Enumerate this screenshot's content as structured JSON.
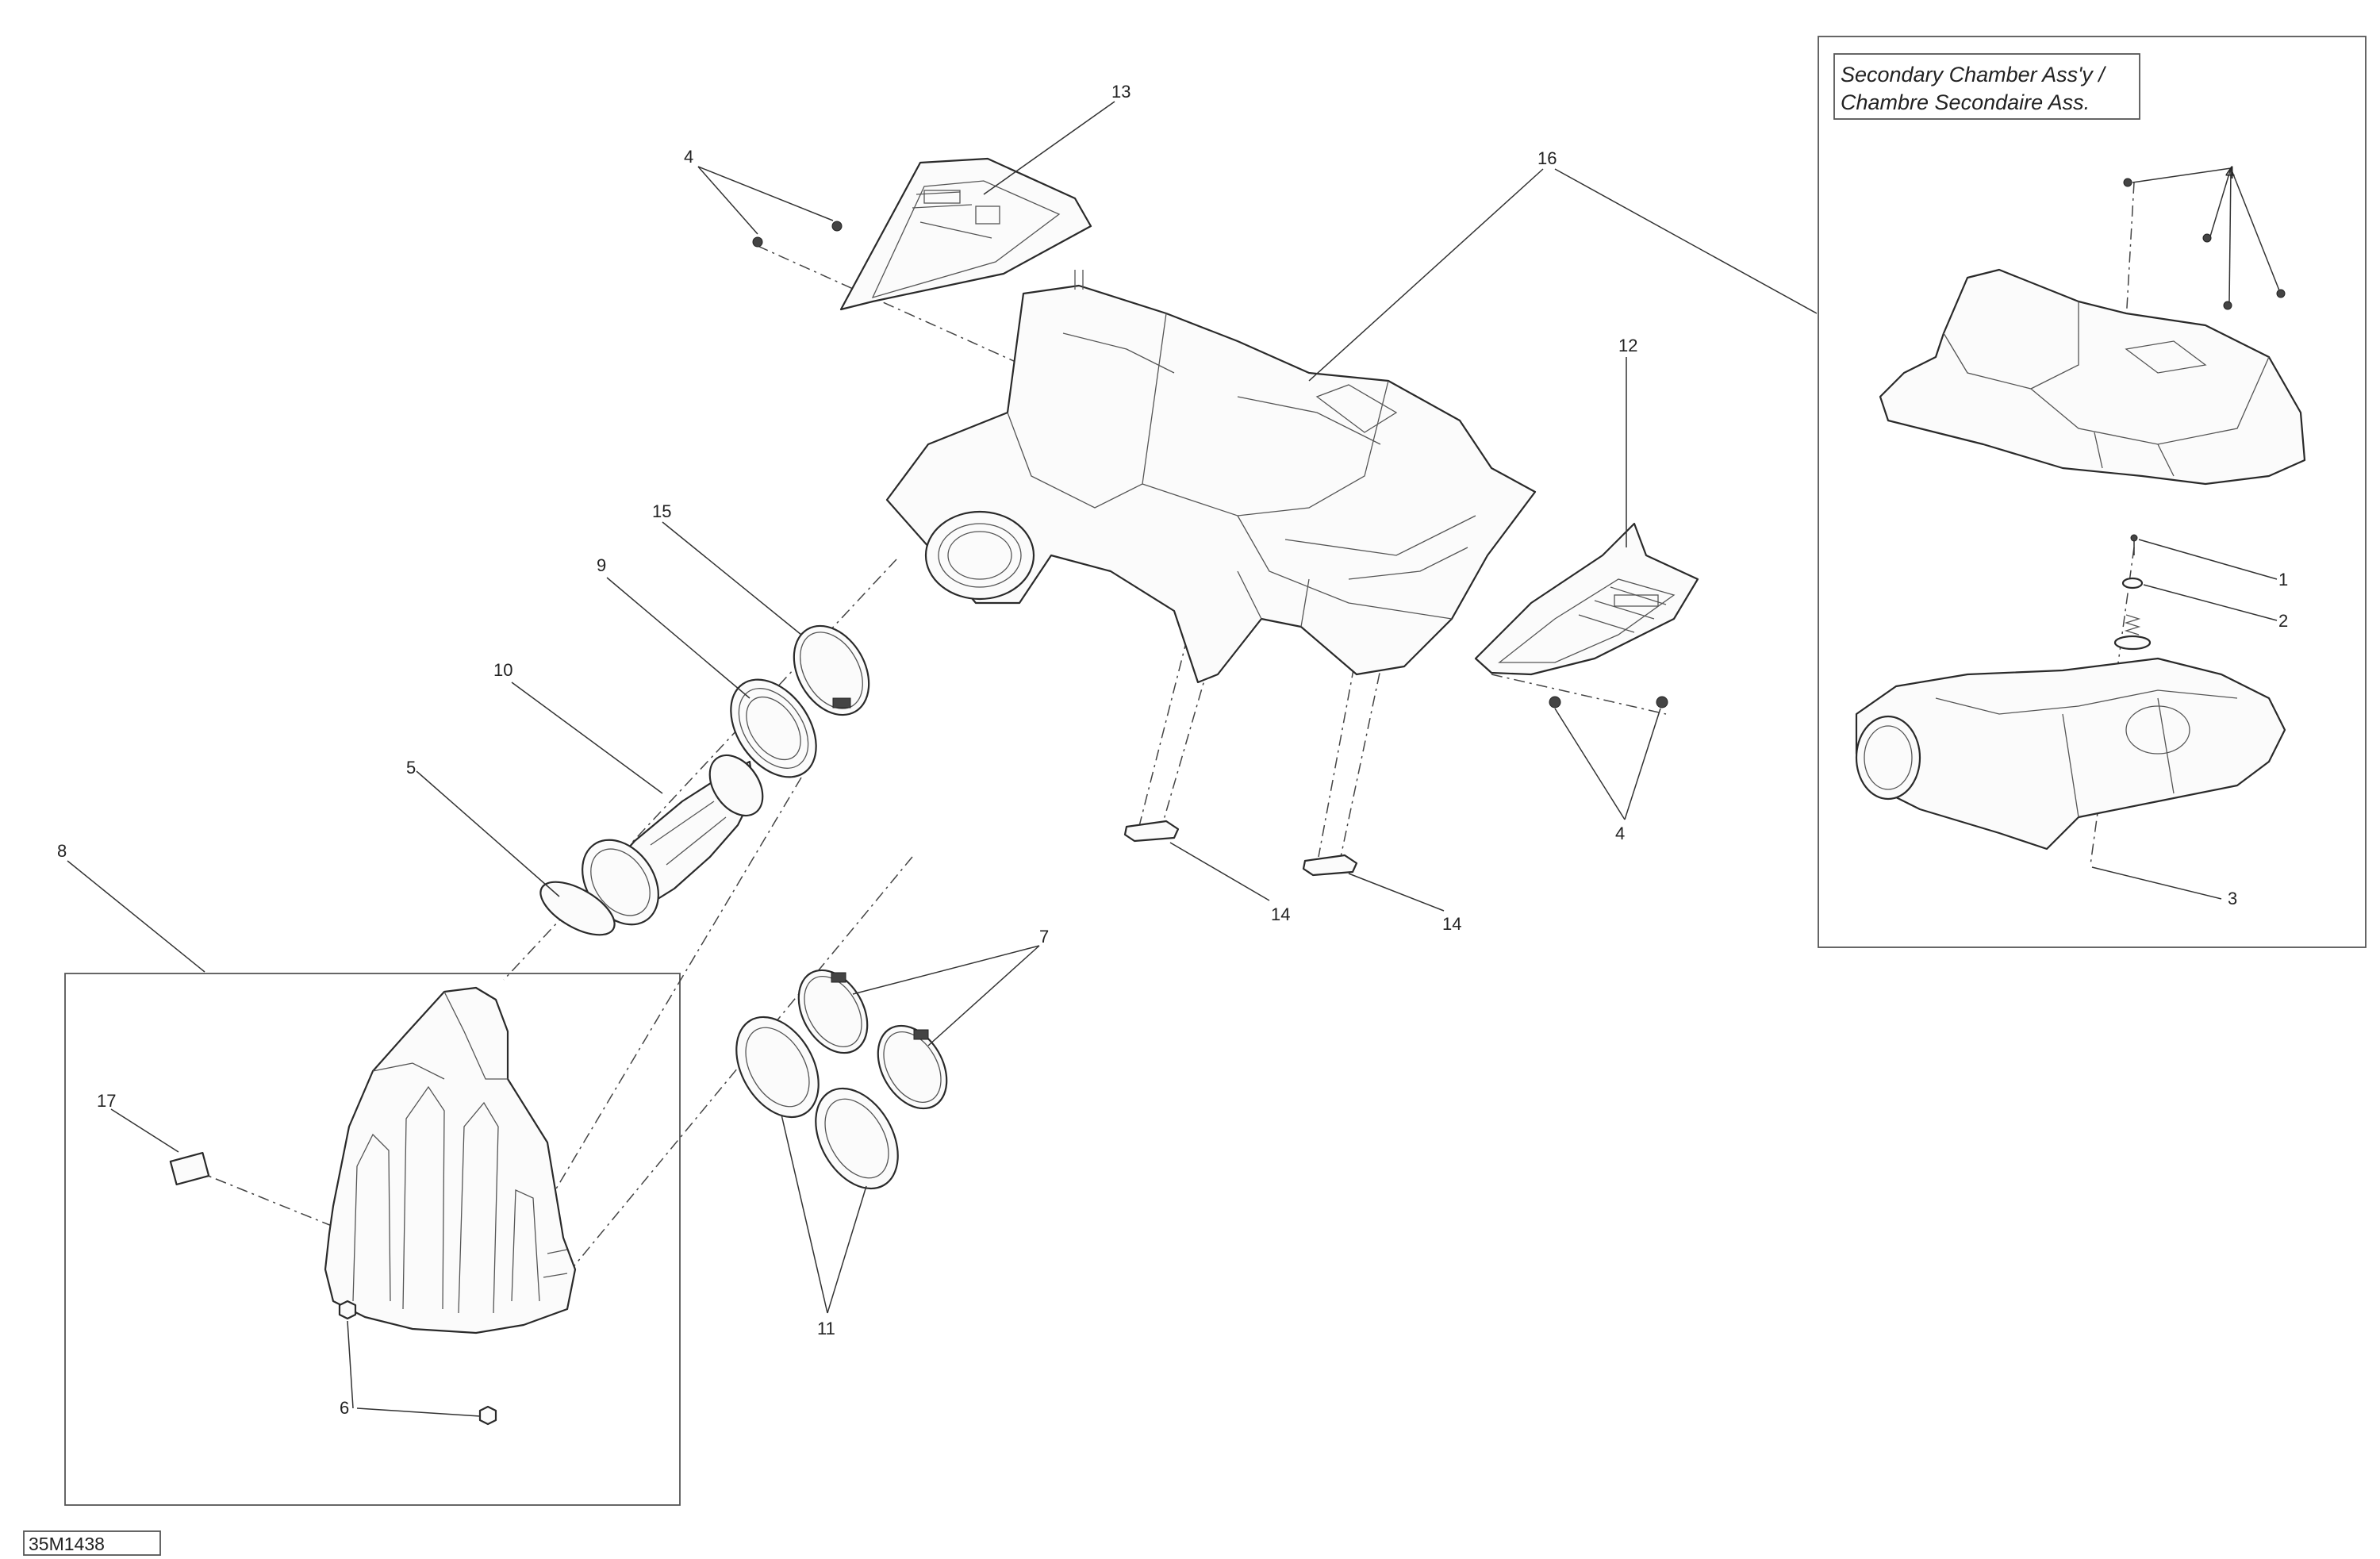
{
  "diagram_code": "35M1438",
  "inset": {
    "title_line1": "Secondary Chamber Ass'y /",
    "title_line2": "Chambre Secondaire Ass."
  },
  "callouts": {
    "c13": "13",
    "c4a": "4",
    "c16": "16",
    "c12": "12",
    "c15": "15",
    "c9": "9",
    "c10": "10",
    "c5": "5",
    "c8": "8",
    "c4b": "4",
    "c14a": "14",
    "c14b": "14",
    "c7": "7",
    "c17": "17",
    "c11": "11",
    "c6": "6",
    "c4c": "4",
    "c1": "1",
    "c2": "2",
    "c3": "3"
  }
}
